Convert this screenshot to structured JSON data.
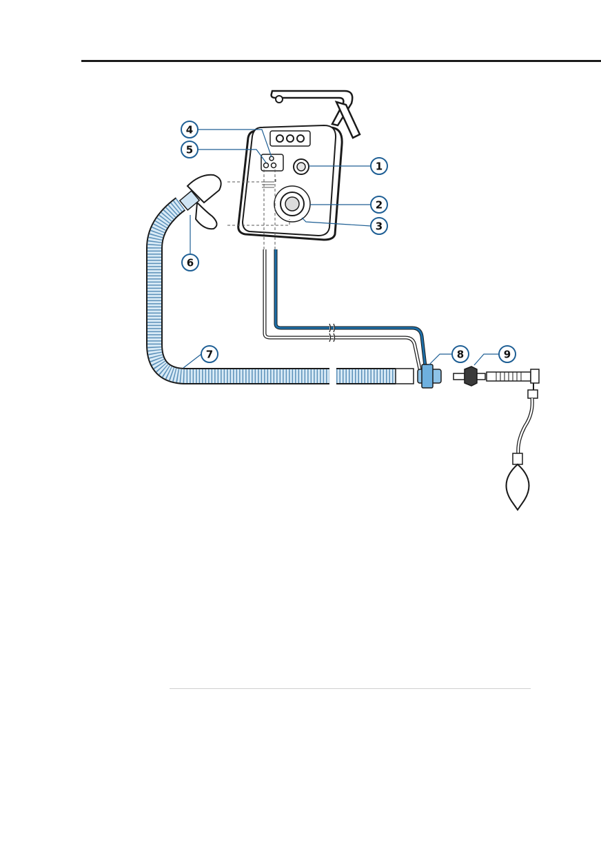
{
  "figure": {
    "callouts": [
      {
        "label": "1"
      },
      {
        "label": "2"
      },
      {
        "label": "3"
      },
      {
        "label": "4"
      },
      {
        "label": "5"
      },
      {
        "label": "6"
      },
      {
        "label": "7"
      },
      {
        "label": "8"
      },
      {
        "label": "9"
      }
    ]
  },
  "colors": {
    "accent_blue": "#1d5e94",
    "tube_blue": "#a9cfe8",
    "outline": "#1a1a1a"
  }
}
